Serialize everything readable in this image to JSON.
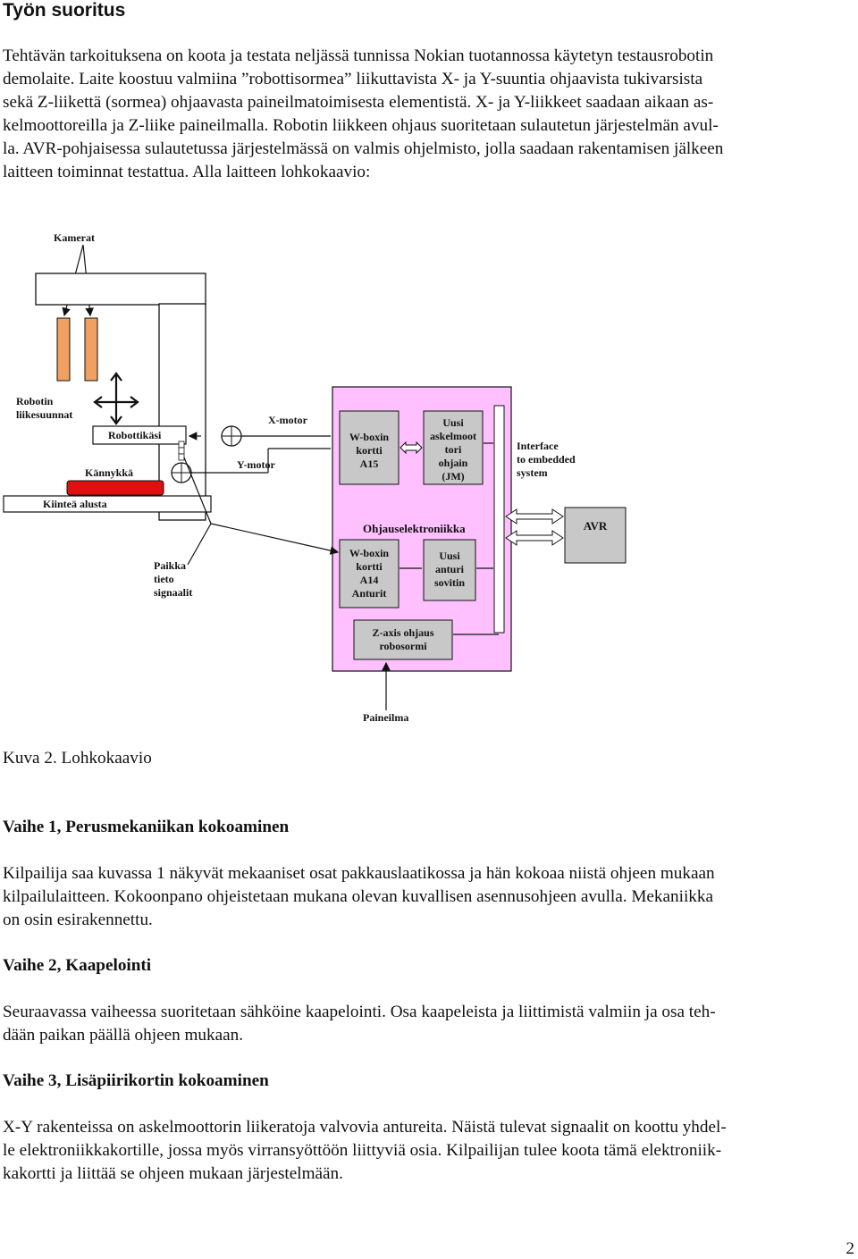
{
  "page": {
    "title": "Työn suoritus",
    "intro_lines": [
      "Tehtävän tarkoituksena on koota ja testata neljässä tunnissa Nokian tuotannossa käytetyn testausrobotin",
      "demolaite. Laite koostuu valmiina ”robottisormea” liikuttavista X- ja Y-suuntia ohjaavista tukivarsista",
      "sekä Z-liikettä (sormea) ohjaavasta paineilmatoimisesta elementistä. X- ja Y-liikkeet saadaan aikaan as-",
      "kelmoottoreilla ja Z-liike paineilmalla. Robotin liikkeen ohjaus suoritetaan sulautetun järjestelmän avul-",
      "la. AVR-pohjaisessa sulautetussa järjestelmässä on valmis ohjelmisto, jolla saadaan rakentamisen jälkeen",
      "laitteen toiminnat testattua. Alla laitteen lohkokaavio:"
    ],
    "figure_caption": "Kuva 2. Lohkokaavio",
    "sections": [
      {
        "heading": "Vaihe 1, Perusmekaniikan kokoaminen",
        "lines": [
          "Kilpailija saa kuvassa 1 näkyvät mekaaniset osat pakkauslaatikossa ja hän kokoaa niistä ohjeen mukaan",
          "kilpailulaitteen. Kokoonpano ohjeistetaan mukana olevan kuvallisen asennusohjeen avulla. Mekaniikka",
          "on osin esirakennettu."
        ]
      },
      {
        "heading": "Vaihe 2, Kaapelointi",
        "lines": [
          "Seuraavassa vaiheessa suoritetaan sähköine kaapelointi. Osa kaapeleista ja liittimistä valmiin ja osa teh-",
          "dään paikan päällä ohjeen mukaan."
        ]
      },
      {
        "heading": "Vaihe 3, Lisäpiirikortin kokoaminen",
        "lines": [
          "X-Y rakenteissa on askelmoottorin liikeratoja valvovia antureita. Näistä tulevat signaalit on koottu yhdel-",
          "le elektroniikkakortille, jossa myös virransyöttöön liittyviä osia. Kilpailijan tulee koota tämä elektroniik-",
          "kakortti ja liittää se ohjeen mukaan järjestelmään."
        ]
      }
    ],
    "page_number": "2"
  },
  "diagram": {
    "kamerat": "Kamerat",
    "robotin": "Robotin",
    "liikesuunnat": "liikesuunnat",
    "robottikasi": "Robottikäsi",
    "kannykka": "Kännykkä",
    "kiintea_alusta": "Kiinteä alusta",
    "x_motor": "X-motor",
    "y_motor": "Y-motor",
    "wbox_a15": [
      "W-boxin",
      "kortti",
      "A15"
    ],
    "uusi_ohjain": [
      "Uusi",
      "askelmoot",
      "tori",
      "ohjain",
      "(JM)"
    ],
    "interface": [
      "Interface",
      "to embedded",
      "system"
    ],
    "ohjauselektroniikka": "Ohjauselektroniikka",
    "avr": "AVR",
    "paikka": [
      "Paikka",
      "tieto",
      "signaalit"
    ],
    "wbox_a14": [
      "W-boxin",
      "kortti",
      "A14",
      "Anturit"
    ],
    "uusi_sovitin": [
      "Uusi",
      "anturi",
      "sovitin"
    ],
    "zaxis": [
      "Z-axis ohjaus",
      "robosormi"
    ],
    "paineilma": "Paineilma",
    "colors": {
      "pink": "#ffc0ff",
      "orange": "#f0a060",
      "gray": "#c8c8c8",
      "red": "#e01010"
    }
  }
}
